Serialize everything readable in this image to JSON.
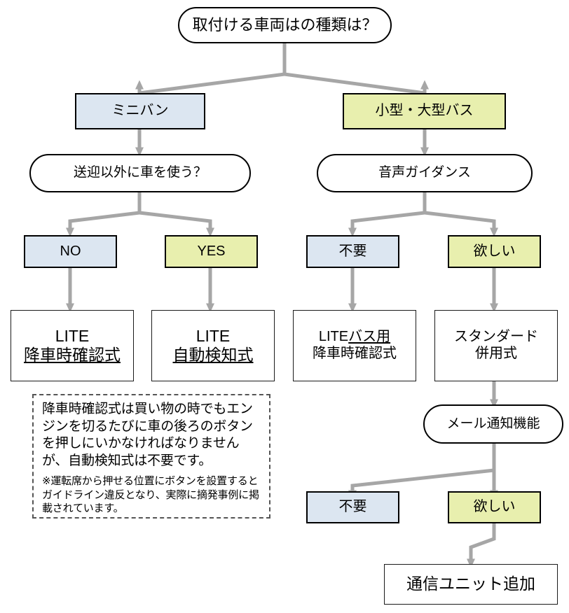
{
  "diagram": {
    "title_node": {
      "text": "取付ける車両はの種類は？"
    },
    "colors": {
      "fill_blue": "#dce6f1",
      "fill_yellow": "#e8efae",
      "connector_gray": "#a6a6a6",
      "border_black": "#000000",
      "note_border": "#555555",
      "background": "#ffffff"
    },
    "nodes": {
      "root": "取付ける車両はの種類は？",
      "minivan": "ミニバン",
      "bus": "小型・大型バス",
      "question_use": "送迎以外に車を使う？",
      "question_voice": "音声ガイダンス",
      "no_left": "NO",
      "yes_left": "YES",
      "no_right": "不要",
      "yes_right": "欲しい",
      "product_lite_kousha": {
        "line1": "LITE",
        "line2": "降車時確認式"
      },
      "product_lite_jidou": {
        "line1": "LITE",
        "line2": "自動検知式"
      },
      "product_lite_bus": {
        "line1_a": "LITE",
        "line1_b": "バス用",
        "line2": "降車時確認式"
      },
      "product_standard": {
        "line1": "スタンダード",
        "line2": "併用式"
      },
      "question_mail": "メール通知機能",
      "no_mail": "不要",
      "yes_mail": "欲しい",
      "product_tsuushin": "通信ユニット追加"
    },
    "note": {
      "main": "降車時確認式は買い物の時でもエンジンを切るたびに車の後ろのボタンを押しにいかなければなりませんが、自動検知式は不要です。",
      "sub": "※運転席から押せる位置にボタンを設置するとガイドライン違反となり、実際に摘発事例に掲載されています。"
    }
  }
}
